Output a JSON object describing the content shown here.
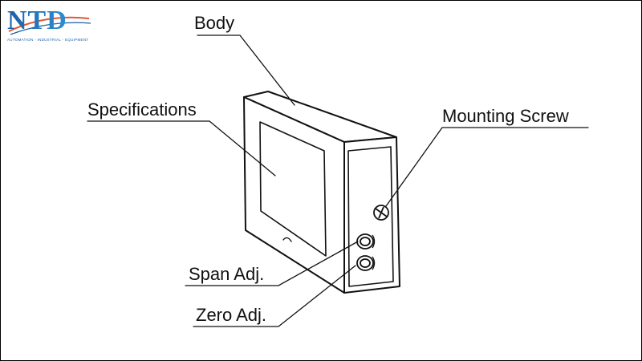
{
  "logo": {
    "text": "NTD",
    "tagline": "AUTOMATION - INDUSTRIAL - EQUIPMENT",
    "colors": {
      "primary": "#1a5fa8",
      "accent": "#e4572e"
    }
  },
  "labels": {
    "body": "Body",
    "specifications": "Specifications",
    "mounting_screw": "Mounting Screw",
    "span_adj": "Span Adj.",
    "zero_adj": "Zero Adj."
  },
  "colors": {
    "line": "#111111",
    "background": "#ffffff"
  }
}
